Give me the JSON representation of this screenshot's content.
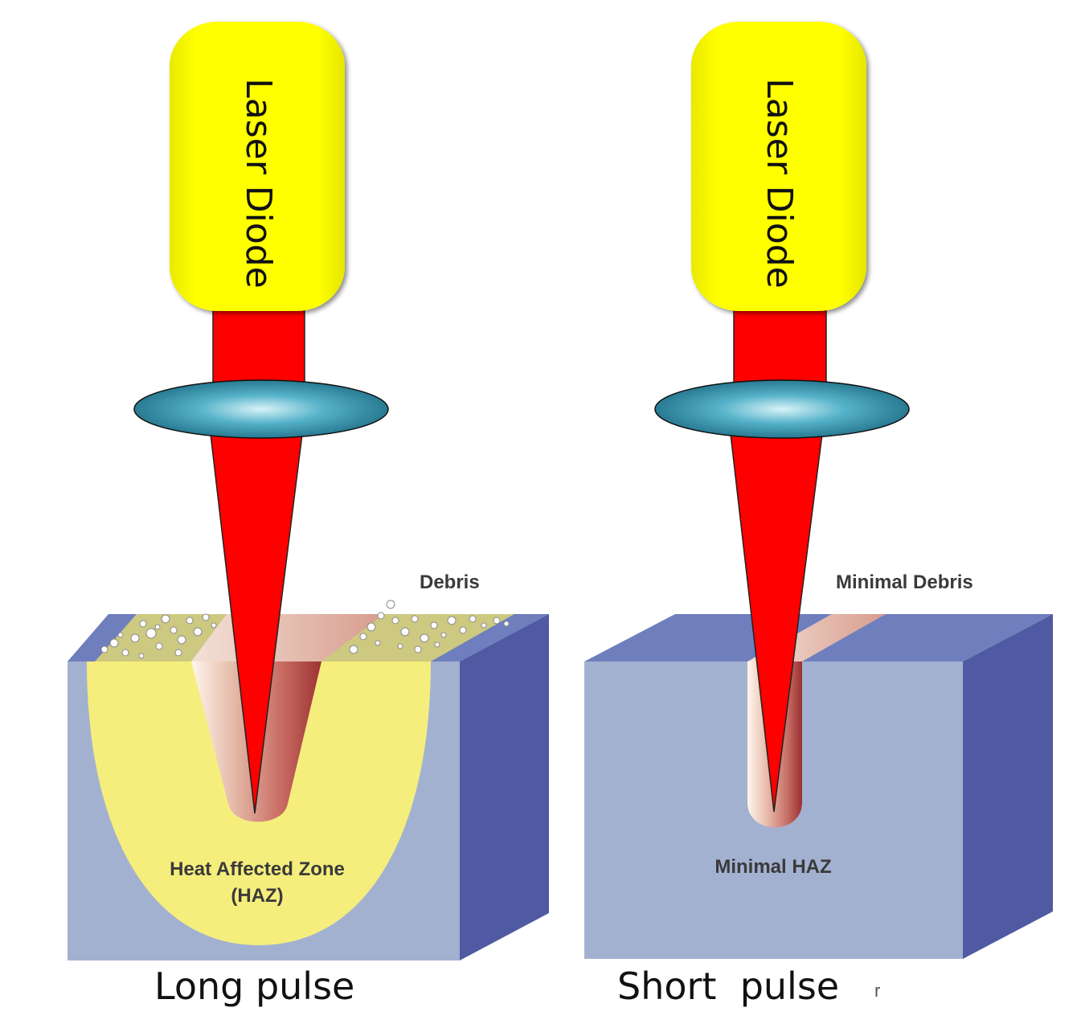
{
  "diagram": {
    "left": {
      "diode_label": "Laser Diode",
      "top_label": "Debris",
      "zone_label_line1": "Heat Affected Zone",
      "zone_label_line2": "(HAZ)",
      "caption": "Long pulse"
    },
    "right": {
      "diode_label": "Laser Diode",
      "top_label": "Minimal Debris",
      "zone_label_line1": "Minimal HAZ",
      "caption": "Short  pulse",
      "stray_mark": "r"
    },
    "colors": {
      "diode": "#ffff00",
      "beam": "#ff0000",
      "lens": "#4aa8c0",
      "block_front": "#a3b1d1",
      "block_top": "#6f7fbd",
      "block_side": "#4f5aa2",
      "haz": "#f5ee7d",
      "cut": "#b24a48"
    }
  }
}
